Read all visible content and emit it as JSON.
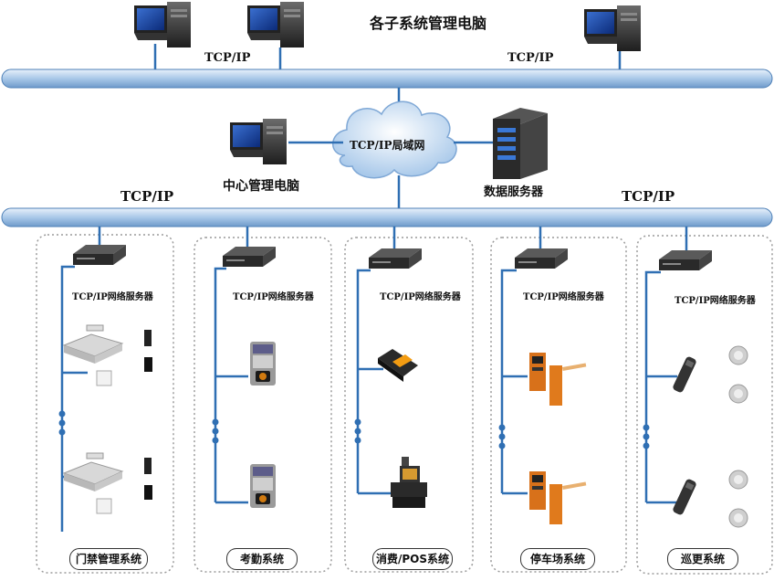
{
  "header": {
    "title": "各子系统管理电脑",
    "tcp_left": "TCP/IP",
    "tcp_right": "TCP/IP"
  },
  "core": {
    "cloud_label": "TCP/IP局域网",
    "center_pc_label": "中心管理电脑",
    "db_server_label": "数据服务器",
    "tcp_left": "TCP/IP",
    "tcp_right": "TCP/IP"
  },
  "subsystems": [
    {
      "server_label": "TCP/IP网络服务器",
      "name": "门禁管理系统"
    },
    {
      "server_label": "TCP/IP网络服务器",
      "name": "考勤系统"
    },
    {
      "server_label": "TCP/IP网络服务器",
      "name": "消费/POS系统"
    },
    {
      "server_label": "TCP/IP网络服务器",
      "name": "停车场系统"
    },
    {
      "server_label": "TCP/IP网络服务器",
      "name": "巡更系统"
    }
  ],
  "colors": {
    "bus": "#9fc2e4",
    "bus_edge": "#4d7fb6",
    "link": "#2f6fb3",
    "panel_border": "#9a9a9a"
  }
}
